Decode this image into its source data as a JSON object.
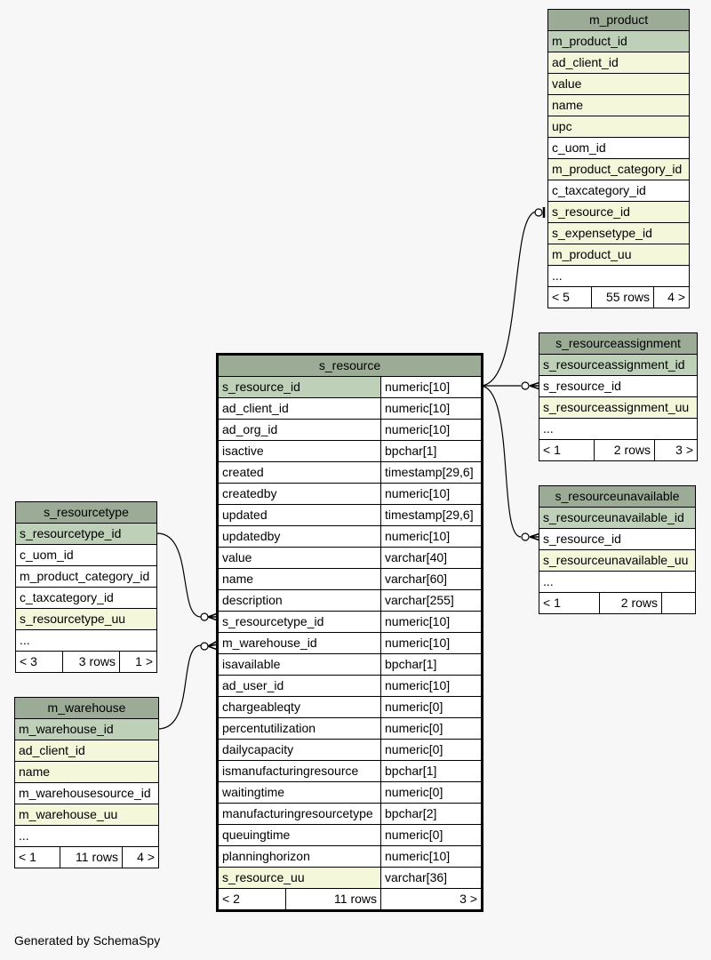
{
  "footer": "Generated by SchemaSpy",
  "tables": {
    "m_product": {
      "title": "m_product",
      "columns": [
        {
          "name": "m_product_id"
        },
        {
          "name": "ad_client_id"
        },
        {
          "name": "value"
        },
        {
          "name": "name"
        },
        {
          "name": "upc"
        },
        {
          "name": "c_uom_id"
        },
        {
          "name": "m_product_category_id"
        },
        {
          "name": "c_taxcategory_id"
        },
        {
          "name": "s_resource_id"
        },
        {
          "name": "s_expensetype_id"
        },
        {
          "name": "m_product_uu"
        },
        {
          "name": "..."
        }
      ],
      "footer": {
        "parents": "< 5",
        "rows": "55 rows",
        "children": "4 >"
      }
    },
    "s_resourceassignment": {
      "title": "s_resourceassignment",
      "columns": [
        {
          "name": "s_resourceassignment_id"
        },
        {
          "name": "s_resource_id"
        },
        {
          "name": "s_resourceassignment_uu"
        },
        {
          "name": "..."
        }
      ],
      "footer": {
        "parents": "< 1",
        "rows": "2 rows",
        "children": "3 >"
      }
    },
    "s_resourceunavailable": {
      "title": "s_resourceunavailable",
      "columns": [
        {
          "name": "s_resourceunavailable_id"
        },
        {
          "name": "s_resource_id"
        },
        {
          "name": "s_resourceunavailable_uu"
        },
        {
          "name": "..."
        }
      ],
      "footer": {
        "parents": "< 1",
        "rows": "2 rows",
        "children": ""
      }
    },
    "s_resourcetype": {
      "title": "s_resourcetype",
      "columns": [
        {
          "name": "s_resourcetype_id"
        },
        {
          "name": "c_uom_id"
        },
        {
          "name": "m_product_category_id"
        },
        {
          "name": "c_taxcategory_id"
        },
        {
          "name": "s_resourcetype_uu"
        },
        {
          "name": "..."
        }
      ],
      "footer": {
        "parents": "< 3",
        "rows": "3 rows",
        "children": "1 >"
      }
    },
    "m_warehouse": {
      "title": "m_warehouse",
      "columns": [
        {
          "name": "m_warehouse_id"
        },
        {
          "name": "ad_client_id"
        },
        {
          "name": "name"
        },
        {
          "name": "m_warehousesource_id"
        },
        {
          "name": "m_warehouse_uu"
        },
        {
          "name": "..."
        }
      ],
      "footer": {
        "parents": "< 1",
        "rows": "11 rows",
        "children": "4 >"
      }
    },
    "s_resource": {
      "title": "s_resource",
      "columns": [
        {
          "name": "s_resource_id",
          "type": "numeric[10]"
        },
        {
          "name": "ad_client_id",
          "type": "numeric[10]"
        },
        {
          "name": "ad_org_id",
          "type": "numeric[10]"
        },
        {
          "name": "isactive",
          "type": "bpchar[1]"
        },
        {
          "name": "created",
          "type": "timestamp[29,6]"
        },
        {
          "name": "createdby",
          "type": "numeric[10]"
        },
        {
          "name": "updated",
          "type": "timestamp[29,6]"
        },
        {
          "name": "updatedby",
          "type": "numeric[10]"
        },
        {
          "name": "value",
          "type": "varchar[40]"
        },
        {
          "name": "name",
          "type": "varchar[60]"
        },
        {
          "name": "description",
          "type": "varchar[255]"
        },
        {
          "name": "s_resourcetype_id",
          "type": "numeric[10]"
        },
        {
          "name": "m_warehouse_id",
          "type": "numeric[10]"
        },
        {
          "name": "isavailable",
          "type": "bpchar[1]"
        },
        {
          "name": "ad_user_id",
          "type": "numeric[10]"
        },
        {
          "name": "chargeableqty",
          "type": "numeric[0]"
        },
        {
          "name": "percentutilization",
          "type": "numeric[0]"
        },
        {
          "name": "dailycapacity",
          "type": "numeric[0]"
        },
        {
          "name": "ismanufacturingresource",
          "type": "bpchar[1]"
        },
        {
          "name": "waitingtime",
          "type": "numeric[0]"
        },
        {
          "name": "manufacturingresourcetype",
          "type": "bpchar[2]"
        },
        {
          "name": "queuingtime",
          "type": "numeric[0]"
        },
        {
          "name": "planninghorizon",
          "type": "numeric[10]"
        },
        {
          "name": "s_resource_uu",
          "type": "varchar[36]"
        }
      ],
      "footer": {
        "parents": "< 2",
        "rows": "11 rows",
        "children": "3 >"
      }
    }
  }
}
